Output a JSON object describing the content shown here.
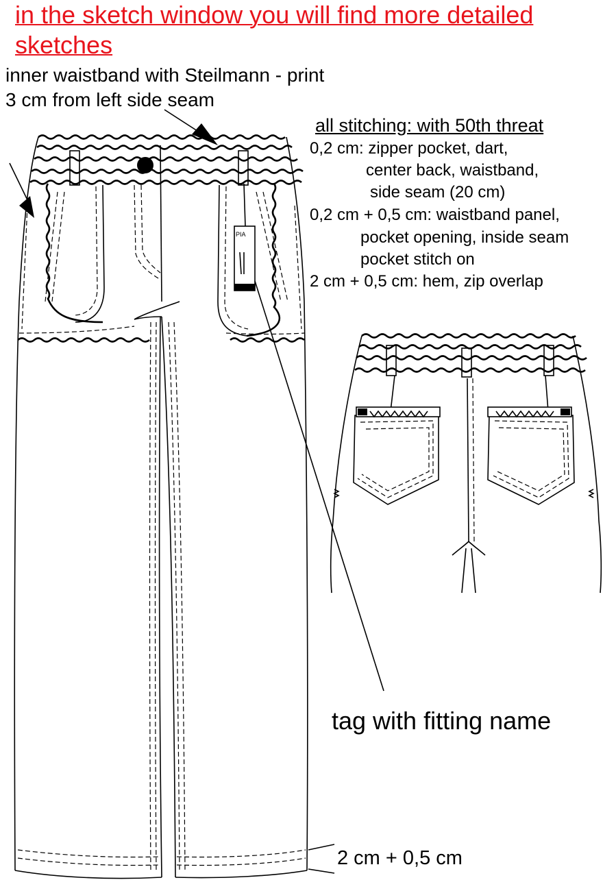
{
  "header": {
    "sketch_note_line1": "in the sketch window you will find more detailed",
    "sketch_note_line2": "sketches",
    "accent_color": "#e8141c"
  },
  "callouts": {
    "inner_waistband_line1": "inner waistband with Steilmann - print",
    "inner_waistband_line2": "3 cm from left side seam",
    "tag_note": "tag with fitting name",
    "hem_note": "2 cm + 0,5 cm"
  },
  "stitching": {
    "heading": "all stitching:  with 50th threat",
    "lines": [
      "0,2 cm:  zipper pocket, dart,",
      "center back, waistband,",
      "side seam (20 cm)",
      "0,2 cm + 0,5 cm: waistband panel,",
      "pocket opening, inside seam",
      "pocket stitch on",
      "2 cm + 0,5 cm: hem, zip overlap"
    ]
  },
  "tag": {
    "brand": "PIA"
  }
}
